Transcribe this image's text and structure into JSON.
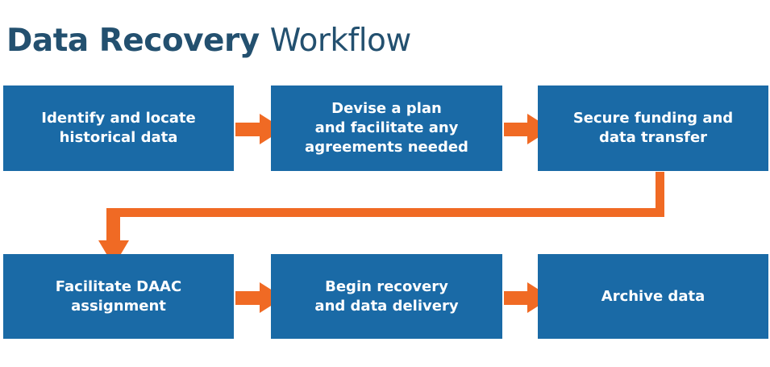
{
  "title": {
    "bold": "Data Recovery",
    "regular": "Workflow"
  },
  "steps": [
    {
      "label": "Identify and locate\nhistorical data"
    },
    {
      "label": "Devise a plan\nand facilitate any\nagreements needed"
    },
    {
      "label": "Secure funding and\ndata transfer"
    },
    {
      "label": "Facilitate DAAC\nassignment"
    },
    {
      "label": "Begin recovery\nand data delivery"
    },
    {
      "label": "Archive data"
    }
  ],
  "colors": {
    "box": "#1a6aa6",
    "arrow": "#f06a24",
    "title": "#23506f"
  }
}
